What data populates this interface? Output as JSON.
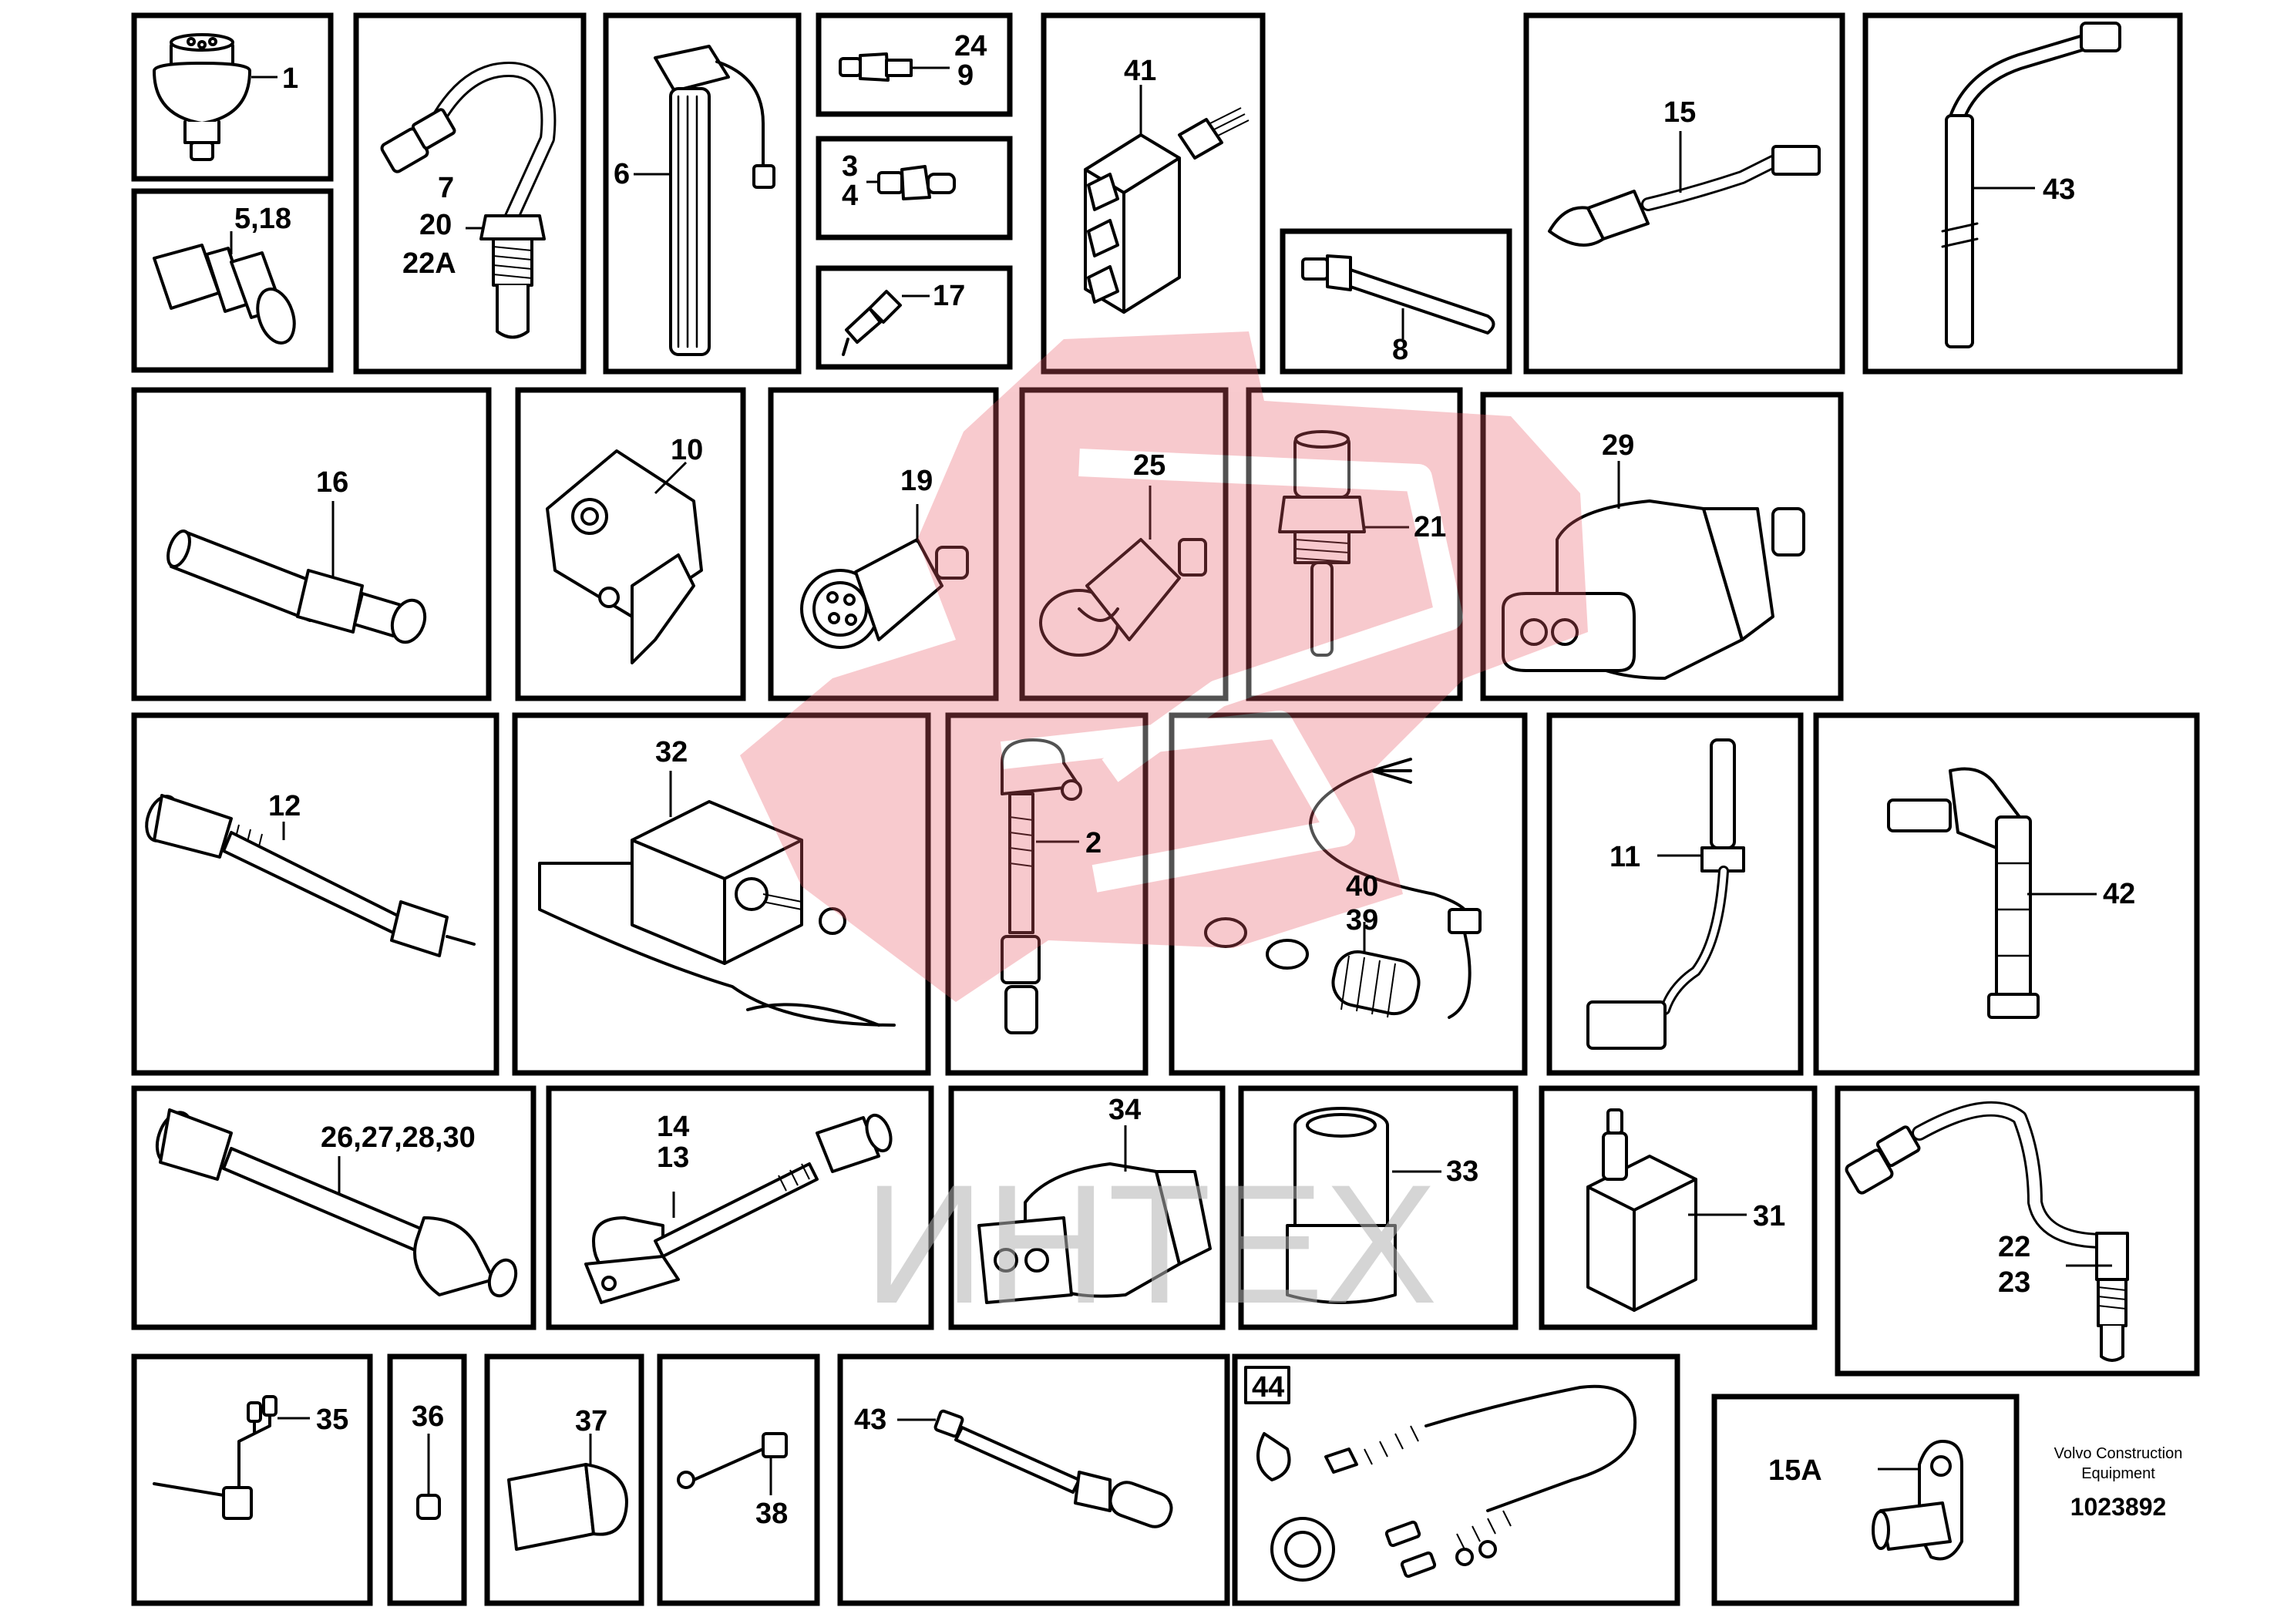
{
  "watermark_text": "ИНТЕХ",
  "footer": {
    "company": "Volvo Construction Equipment",
    "company_line1": "Volvo Construction",
    "company_line2": "Equipment",
    "drawing_number": "1023892"
  },
  "labels": {
    "n1": "1",
    "n5_18": "5,18",
    "n7": "7",
    "n20": "20",
    "n22a": "22A",
    "n6": "6",
    "n24": "24",
    "n9": "9",
    "n3": "3",
    "n4": "4",
    "n17": "17",
    "n41": "41",
    "n8": "8",
    "n15": "15",
    "n43a": "43",
    "n16": "16",
    "n10": "10",
    "n19": "19",
    "n25": "25",
    "n21": "21",
    "n29": "29",
    "n12": "12",
    "n32": "32",
    "n2": "2",
    "n40": "40",
    "n39": "39",
    "n11": "11",
    "n42": "42",
    "n26_30": "26,27,28,30",
    "n14": "14",
    "n13": "13",
    "n34": "34",
    "n33": "33",
    "n31": "31",
    "n22": "22",
    "n23": "23",
    "n35": "35",
    "n36": "36",
    "n37": "37",
    "n38": "38",
    "n43b": "43",
    "n44": "44",
    "n15a": "15A"
  },
  "colors": {
    "line": "#000000",
    "background": "#ffffff",
    "watermark_logo": "#e85a66",
    "watermark_text": "#b4b4b4"
  }
}
